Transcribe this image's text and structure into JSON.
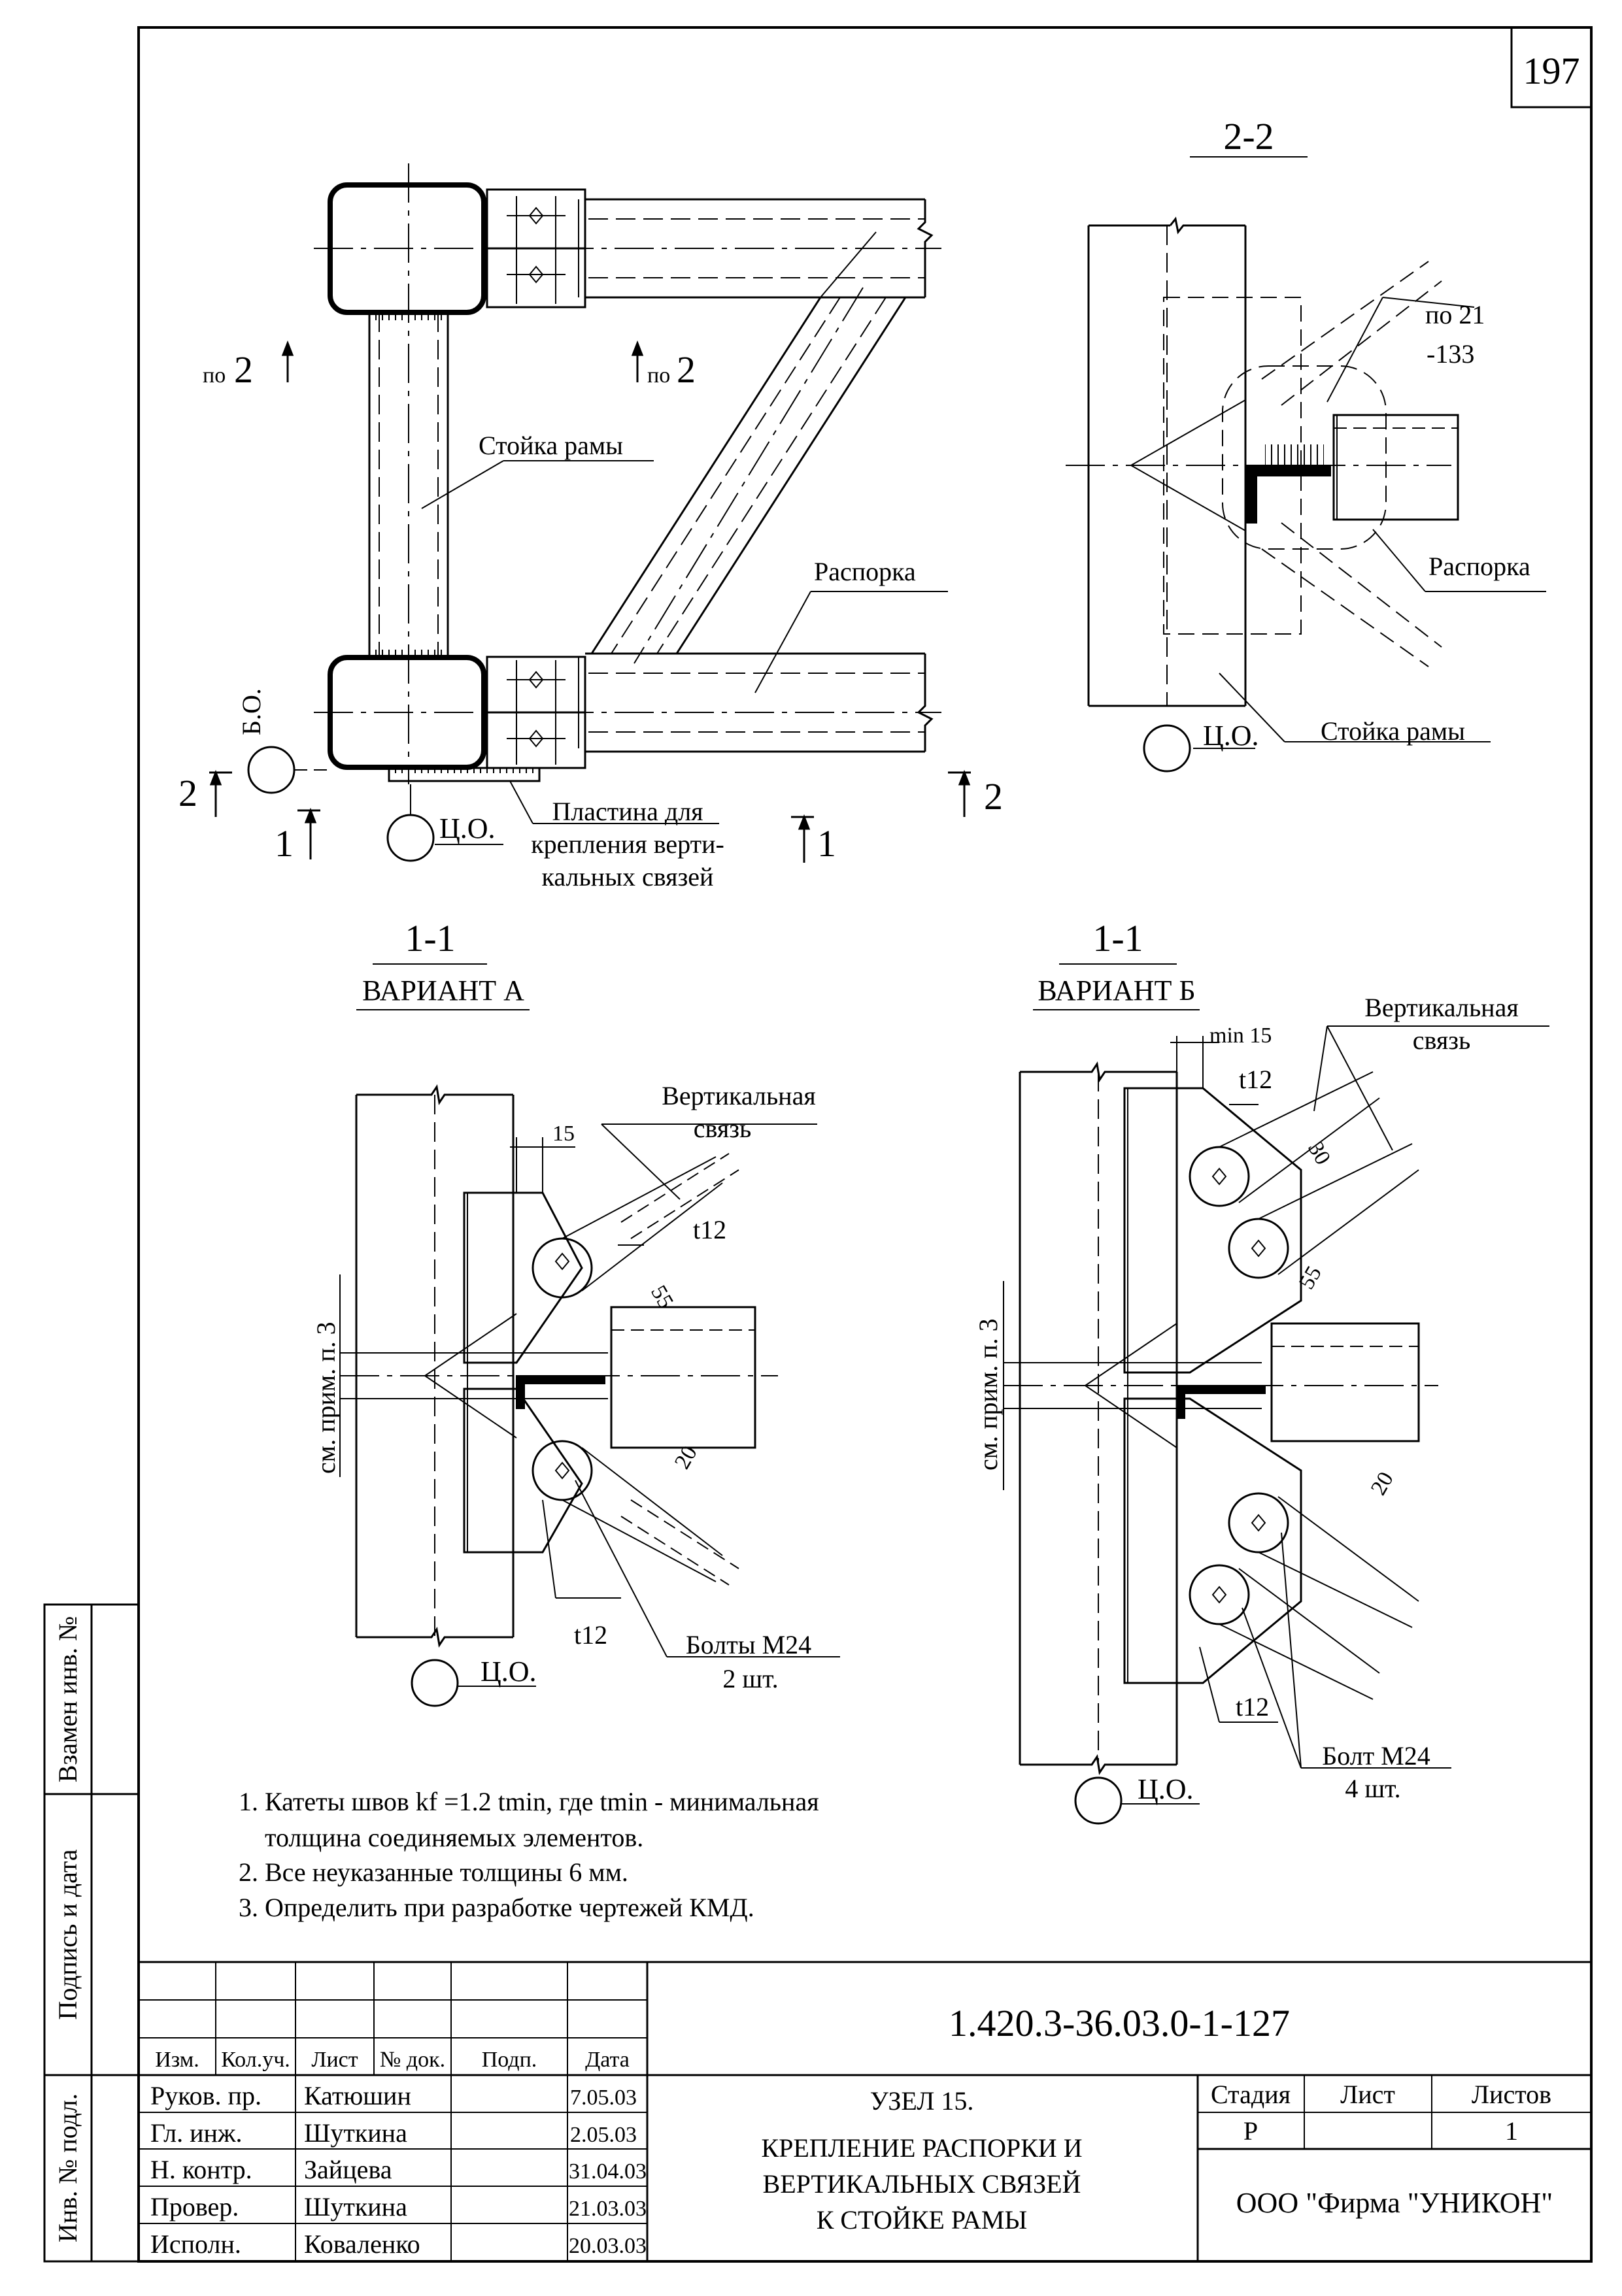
{
  "sheet_number": "197",
  "section_labels": {
    "s22_title": "2-2",
    "s11a_title": "1-1",
    "s11b_title": "1-1",
    "variant_a": "ВАРИАНТ А",
    "variant_b": "ВАРИАНТ Б"
  },
  "plan_view": {
    "cut_po2_left_pre": "по",
    "cut_po2_left_num": "2",
    "cut_po2_right_pre": "по",
    "cut_po2_right_num": "2",
    "stoyka": "Стойка рамы",
    "rasporka": "Распорка",
    "bo": "Б.О.",
    "co": "Ц.О.",
    "plate_line1": "Пластина для",
    "plate_line2": "крепления верти-",
    "plate_line3": "кальных связей",
    "cut2_left": "2",
    "cut2_right": "2",
    "cut1_left": "1",
    "cut1_right": "1"
  },
  "section_22": {
    "po21": "по 21",
    "dim133": "-133",
    "rasporka": "Распорка",
    "co": "Ц.О.",
    "stoyka": "Стойка рамы"
  },
  "variant_a": {
    "vert_line1": "Вертикальная",
    "vert_line2": "связь",
    "dim15": "15",
    "t12_top": "t12",
    "dim55": "55",
    "dim20": "20",
    "t12_bottom": "t12",
    "bolts_line1": "Болты М24",
    "bolts_line2": "2 шт.",
    "co": "Ц.О.",
    "see_note": "см. прим. п. 3"
  },
  "variant_b": {
    "min15": "min 15",
    "vert_line1": "Вертикальная",
    "vert_line2": "связь",
    "t12_top": "t12",
    "dim30": "30",
    "dim55": "55",
    "dim20": "20",
    "t12_bottom": "t12",
    "bolts_line1": "Болт М24",
    "bolts_line2": "4 шт.",
    "co": "Ц.О.",
    "see_note": "см. прим. п. 3"
  },
  "notes": [
    "1. Катеты швов kf   =1.2 tmin, где tmin - минимальная",
    "толщина соединяемых элементов.",
    "2. Все неуказанные толщины 6 мм.",
    "3. Определить при разработке чертежей КМД."
  ],
  "margin_labels": {
    "vzamen": "Взамен инв. №",
    "podpis": "Подпись и дата",
    "inv": "Инв. № подл."
  },
  "title_block": {
    "doc_code": "1.420.3-36.03.0-1-127",
    "headers": [
      "Изм.",
      "Кол.уч.",
      "Лист",
      "№ док.",
      "Подп.",
      "Дата"
    ],
    "rows": [
      {
        "role": "Руков. пр.",
        "name": "Катюшин",
        "date": "7.05.03"
      },
      {
        "role": "Гл. инж.",
        "name": "Шуткина",
        "date": "2.05.03"
      },
      {
        "role": "Н. контр.",
        "name": "Зайцева",
        "date": "31.04.03"
      },
      {
        "role": "Провер.",
        "name": "Шуткина",
        "date": "21.03.03"
      },
      {
        "role": "Исполн.",
        "name": "Коваленко",
        "date": "20.03.03"
      }
    ],
    "title_line1": "УЗЕЛ 15.",
    "title_line2": "КРЕПЛЕНИЕ РАСПОРКИ И",
    "title_line3": "ВЕРТИКАЛЬНЫХ  СВЯЗЕЙ",
    "title_line4": "К СТОЙКЕ РАМЫ",
    "stage_label": "Стадия",
    "sheet_label": "Лист",
    "sheets_label": "Листов",
    "stage_value": "Р",
    "sheets_value": "1",
    "company": "ООО  \"Фирма \"УНИКОН\""
  }
}
